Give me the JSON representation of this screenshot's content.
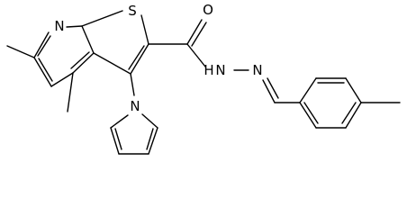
{
  "molecule": {
    "atoms": {
      "pyridine_n": "N",
      "thiophene_s": "S",
      "carbonyl_o": "O",
      "amide_nh": "N",
      "amide_h": "H",
      "hydrazone_n": "N",
      "pyrrole_n": "N"
    }
  }
}
